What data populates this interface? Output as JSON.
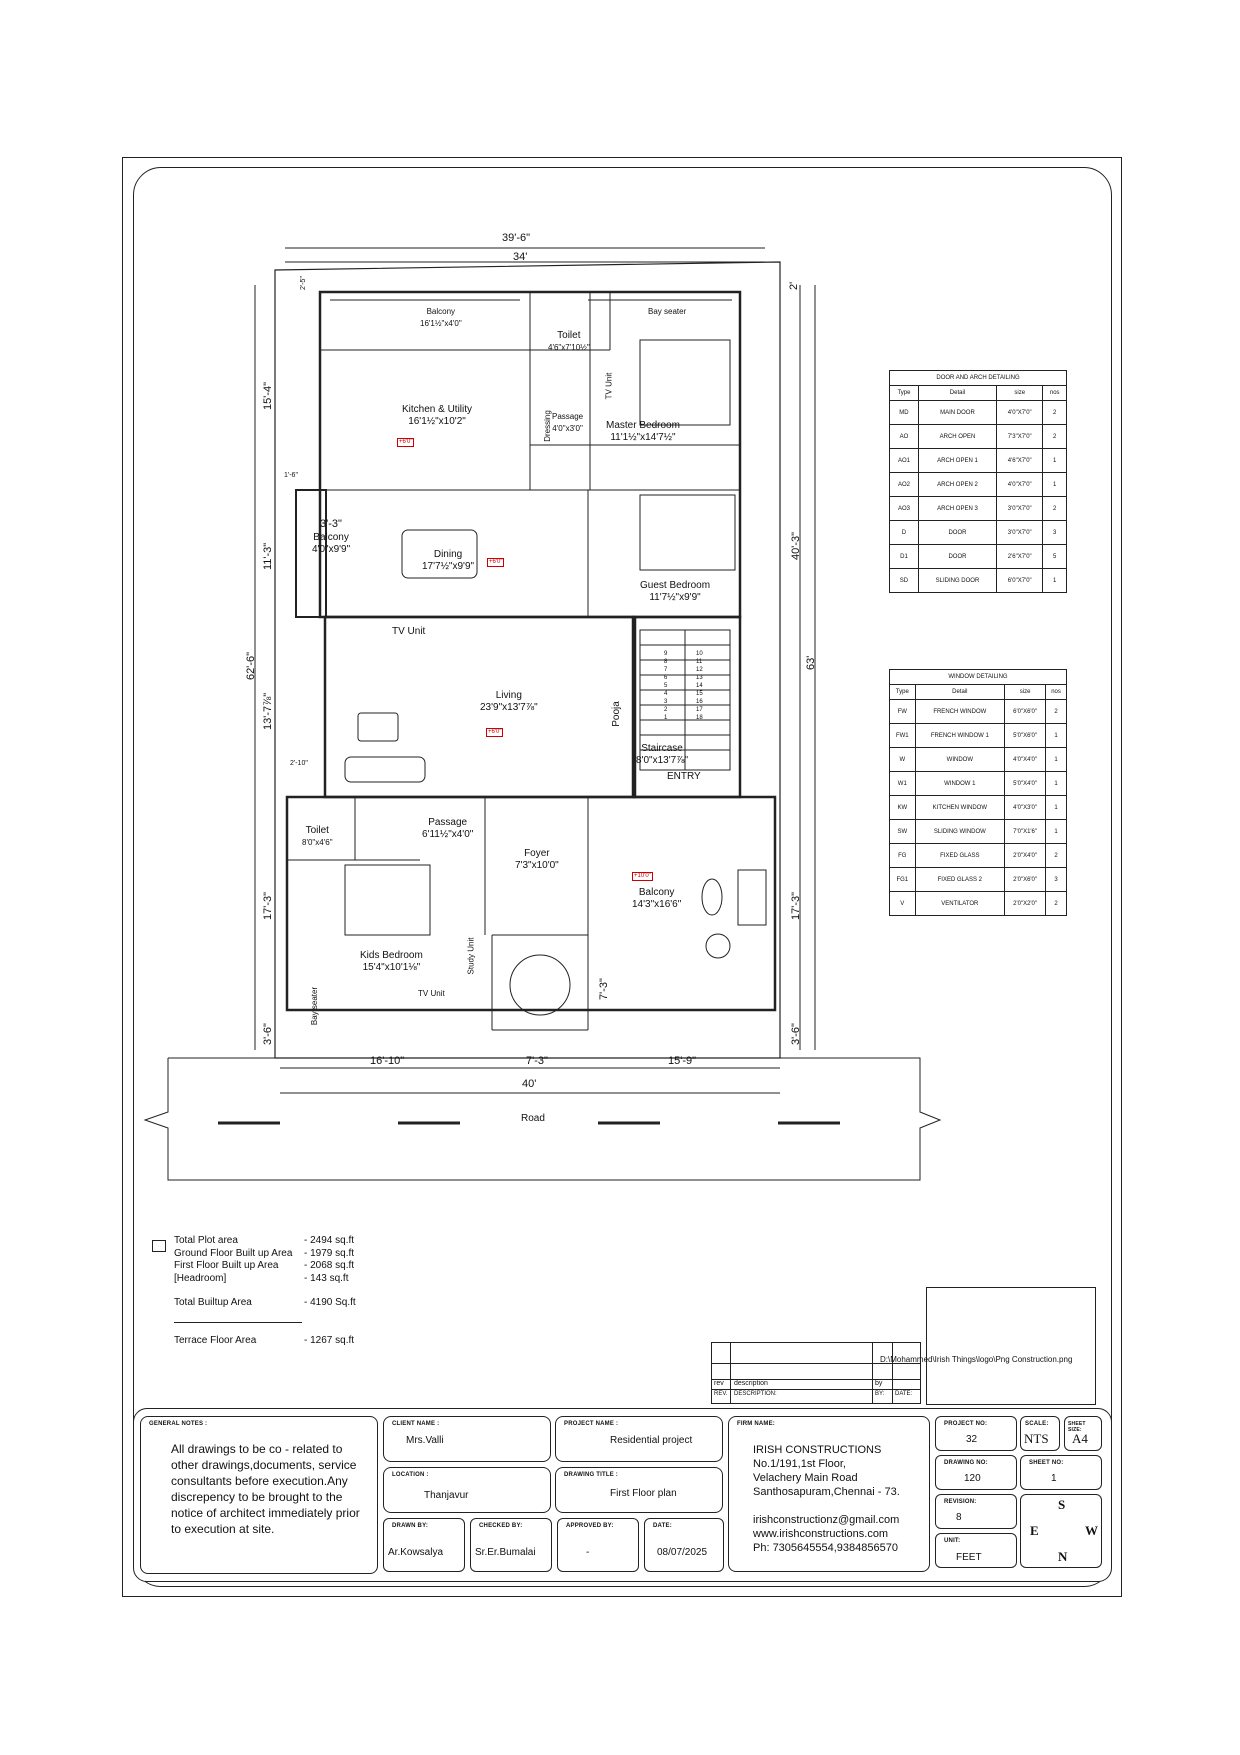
{
  "plan": {
    "rooms": {
      "balcony_top": {
        "name": "Balcony",
        "size": "16'1½\"x4'0\""
      },
      "toilet_top": {
        "name": "Toilet",
        "size": "4'6\"x7'10½\""
      },
      "bay_seater_top": "Bay seater",
      "tv_unit_master": "TV Unit",
      "kitchen": {
        "name": "Kitchen & Utility",
        "size": "16'1½\"x10'2\""
      },
      "dressing": "Dressing",
      "passage_top": {
        "name": "Passage",
        "size": "4'0\"x3'0\""
      },
      "master_bedroom": {
        "name": "Master Bedroom",
        "size": "11'1½\"x14'7½\""
      },
      "balcony_left": {
        "name": "Balcony",
        "size": "4'0\"x9'9\""
      },
      "dining": {
        "name": "Dining",
        "size": "17'7½\"x9'9\""
      },
      "guest_bedroom": {
        "name": "Guest Bedroom",
        "size": "11'7½\"x9'9\""
      },
      "tv_unit_living": "TV Unit",
      "living": {
        "name": "Living",
        "size": "23'9\"x13'7⅞\""
      },
      "pooja": "Pooja",
      "staircase": {
        "name": "Staircase",
        "size": "8'0\"x13'7⅞\""
      },
      "entry": "ENTRY",
      "toilet_bottom": {
        "name": "Toilet",
        "size": "8'0\"x4'6\""
      },
      "passage_bottom": {
        "name": "Passage",
        "size": "6'11½\"x4'0\""
      },
      "foyer": {
        "name": "Foyer",
        "size": "7'3\"x10'0\""
      },
      "balcony_right": {
        "name": "Balcony",
        "size": "14'3\"x16'6\""
      },
      "kids_bedroom": {
        "name": "Kids Bedroom",
        "size": "15'4\"x10'1⅛\""
      },
      "study_unit": "Study Unit",
      "tv_unit_kids": "TV Unit",
      "bay_seater_kids": "Bay seater"
    },
    "level_tag": "+6'0\"",
    "level_tag_balcony": "+10'0\"",
    "dims": {
      "top_overall": "39'-6\"",
      "top_inner": "34'",
      "right_top": "2'",
      "left_top_setback": "2'-5\"",
      "left_upper": "15'-4\"",
      "left_balcony": "1'-6\"",
      "balcony_width": "3'-3\"",
      "left_mid": "11'-3\"",
      "left_overall": "62'-6\"",
      "left_living": "13'-7⅞\"",
      "left_small": "2'-10\"",
      "left_lower": "17'-3\"",
      "left_bottom": "3'-6\"",
      "right_upper": "40'-3\"",
      "right_overall": "63'",
      "right_lower": "17'-3\"",
      "right_bottom": "3'-6\"",
      "foyer_depth": "7'-3\"",
      "bottom_1": "16'-10\"",
      "bottom_2": "7'-3\"",
      "bottom_3": "15'-9\"",
      "bottom_overall": "40'",
      "road": "Road"
    },
    "stair_numbers": [
      "9",
      "10",
      "8",
      "11",
      "7",
      "12",
      "6",
      "13",
      "5",
      "14",
      "4",
      "15",
      "3",
      "16",
      "2",
      "17",
      "1",
      "18"
    ]
  },
  "door_schedule": {
    "title": "DOOR AND ARCH DETAILING",
    "headers": [
      "Type",
      "Detail",
      "size",
      "nos"
    ],
    "rows": [
      [
        "MD",
        "MAIN DOOR",
        "4'0\"X7'0\"",
        "2"
      ],
      [
        "AO",
        "ARCH OPEN",
        "7'3\"X7'0\"",
        "2"
      ],
      [
        "AO1",
        "ARCH OPEN 1",
        "4'6\"X7'0\"",
        "1"
      ],
      [
        "AO2",
        "ARCH OPEN 2",
        "4'0\"X7'0\"",
        "1"
      ],
      [
        "AO3",
        "ARCH OPEN 3",
        "3'0\"X7'0\"",
        "2"
      ],
      [
        "D",
        "DOOR",
        "3'0\"X7'0\"",
        "3"
      ],
      [
        "D1",
        "DOOR",
        "2'6\"X7'0\"",
        "5"
      ],
      [
        "SD",
        "SLIDING DOOR",
        "6'0\"X7'0\"",
        "1"
      ]
    ]
  },
  "window_schedule": {
    "title": "WINDOW DETAILING",
    "headers": [
      "Type",
      "Detail",
      "size",
      "nos"
    ],
    "rows": [
      [
        "FW",
        "FRENCH WINDOW",
        "6'0\"X6'0\"",
        "2"
      ],
      [
        "FW1",
        "FRENCH WINDOW 1",
        "5'0\"X6'0\"",
        "1"
      ],
      [
        "W",
        "WINDOW",
        "4'0\"X4'0\"",
        "1"
      ],
      [
        "W1",
        "WINDOW 1",
        "5'0\"X4'0\"",
        "1"
      ],
      [
        "KW",
        "KITCHEN WINDOW",
        "4'0\"X3'0\"",
        "1"
      ],
      [
        "SW",
        "SLIDING WINDOW",
        "7'0\"X1'6\"",
        "1"
      ],
      [
        "FG",
        "FIXED GLASS",
        "2'0\"X4'0\"",
        "2"
      ],
      [
        "FG1",
        "FIXED GLASS 2",
        "2'0\"X6'0\"",
        "3"
      ],
      [
        "V",
        "VENTILATOR",
        "2'0\"X2'0\"",
        "2"
      ]
    ]
  },
  "areas": [
    {
      "label": "Total Plot area",
      "value": "- 2494 sq.ft"
    },
    {
      "label": "Ground Floor Built up Area",
      "value": "- 1979 sq.ft"
    },
    {
      "label": "First Floor Built up Area",
      "value": "- 2068 sq.ft"
    },
    {
      "label": "[Headroom]",
      "value": "- 143 sq.ft"
    },
    {
      "label": "Total Builtup Area",
      "value": "- 4190 Sq.ft"
    },
    {
      "label": "Terrace Floor Area",
      "value": "- 1267 sq.ft"
    }
  ],
  "logo_path": "D:\\Mohammed\\Irish Things\\logo\\Png Construction.png",
  "revision_table": {
    "r1": [
      "rev",
      "description",
      "by"
    ],
    "r2": [
      "REV.",
      "DESCRIPTION:",
      "BY:",
      "DATE:"
    ]
  },
  "title_block": {
    "general_notes_label": "GENERAL NOTES :",
    "general_notes": "All drawings to be co - related to other drawings,documents, service consultants before execution.Any discrepency to be brought to the notice of architect immediately prior to execution at site.",
    "client_label": "CLIENT NAME :",
    "client": "Mrs.Valli",
    "project_label": "PROJECT NAME :",
    "project": "Residential project",
    "location_label": "LOCATION :",
    "location": "Thanjavur",
    "drawing_title_label": "DRAWING TITLE :",
    "drawing_title": "First Floor plan",
    "drawn_label": "DRAWN BY:",
    "drawn": "Ar.Kowsalya",
    "checked_label": "CHECKED BY:",
    "checked": "Sr.Er.Bumalai",
    "approved_label": "APPROVED BY:",
    "approved": "-",
    "date_label": "DATE:",
    "date": "08/07/2025",
    "firm_label": "FIRM NAME:",
    "firm_lines": [
      "IRISH CONSTRUCTIONS",
      "No.1/191,1st Floor,",
      "Velachery Main Road",
      "Santhosapuram,Chennai - 73."
    ],
    "contact_lines": [
      "irishconstructionz@gmail.com",
      "www.irishconstructions.com",
      "Ph: 7305645554,9384856570"
    ],
    "project_no_label": "PROJECT NO:",
    "project_no": "32",
    "scale_label": "SCALE:",
    "scale": "NTS",
    "sheet_size_label": "SHEET SIZE:",
    "sheet_size": "A4",
    "drawing_no_label": "DRAWING NO:",
    "drawing_no": "120",
    "sheet_no_label": "SHEET NO:",
    "sheet_no": "1",
    "revision_label": "REVISION:",
    "revision": "8",
    "unit_label": "UNIT:",
    "unit": "FEET",
    "compass": {
      "n": "N",
      "s": "S",
      "e": "E",
      "w": "W"
    }
  }
}
